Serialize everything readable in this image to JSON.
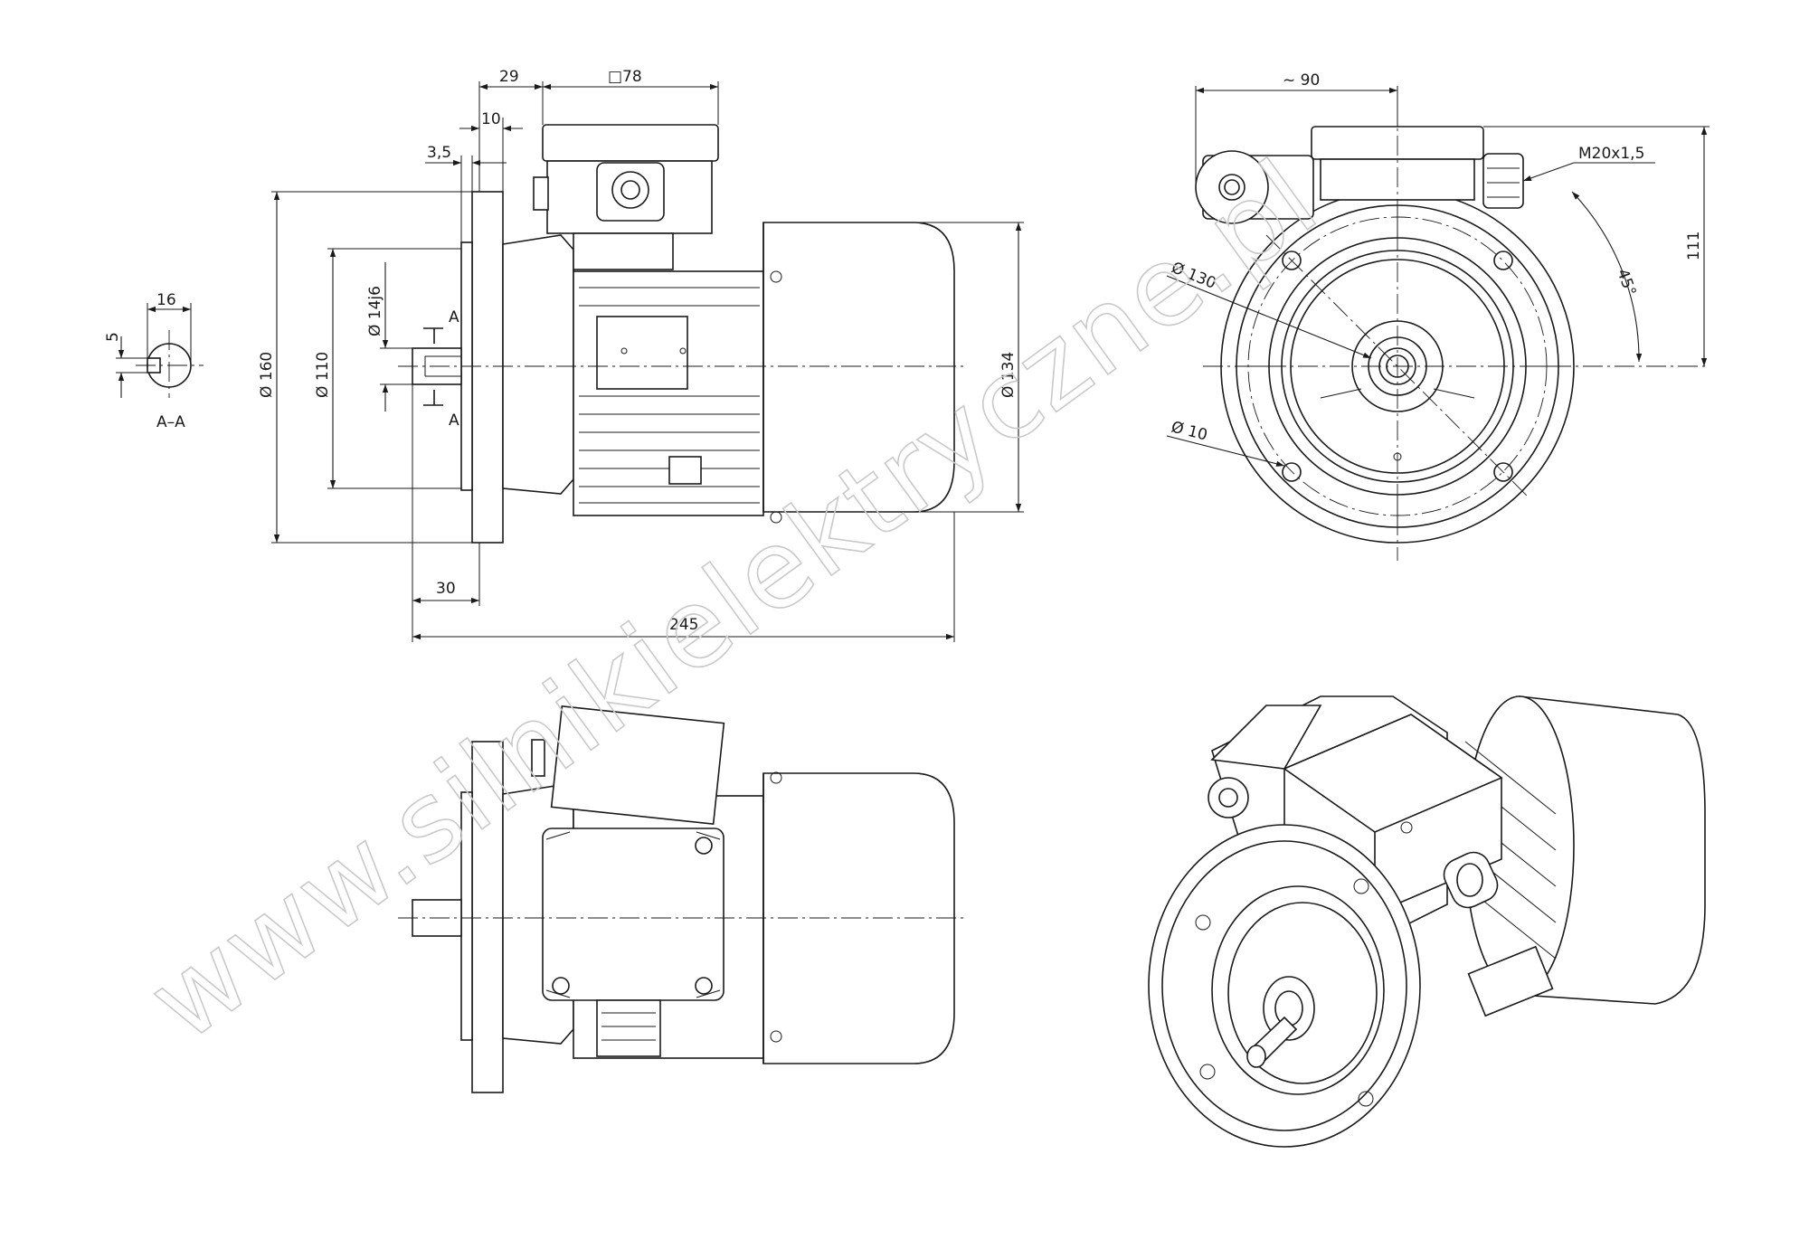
{
  "section_label": "A–A",
  "section_marker": "A",
  "dimensions": {
    "key_depth": "5",
    "key_width": "16",
    "flange_offset": "3,5",
    "flange_thickness": "10",
    "box_offset": "29",
    "terminal_box": "□78",
    "flange_dia": "Ø 160",
    "spigot_dia": "Ø 110",
    "shaft_dia": "Ø 14j6",
    "shaft_length": "30",
    "total_length": "245",
    "body_dia": "Ø 134",
    "box_height": "~ 90",
    "cable_gland": "M20x1,5",
    "pcd_dia": "Ø 130",
    "hole_dia": "Ø 10",
    "angle": "45°",
    "axis_height": "111"
  },
  "watermark": "www.silnikielektryczne.pl"
}
